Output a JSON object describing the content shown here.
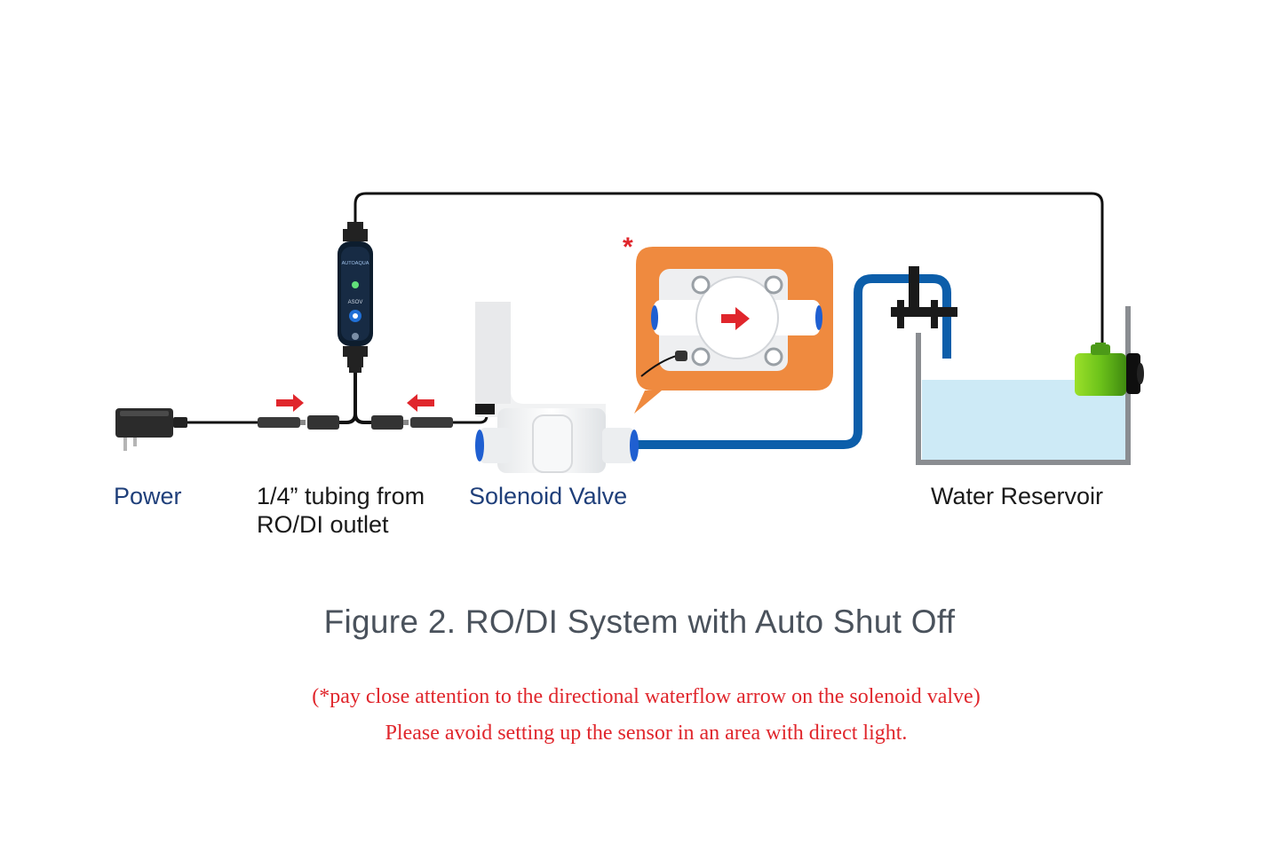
{
  "labels": {
    "power": "Power",
    "tubing_line1": "1/4”  tubing from",
    "tubing_line2": "RO/DI outlet",
    "solenoid": "Solenoid Valve",
    "reservoir": "Water Reservoir"
  },
  "controller": {
    "brand": "AUTOAQUA",
    "model": "ASOV"
  },
  "callout_marker": "*",
  "caption": "Figure 2. RO/DI System with Auto Shut Off",
  "notes": {
    "line1": "(*pay close attention to the directional waterflow arrow on the solenoid valve)",
    "line2": "Please avoid setting up the sensor in an area with direct light."
  },
  "colors": {
    "tubing_blue": "#0c5eaa",
    "callout_orange": "#ef8a3f",
    "arrow_red": "#e0262c",
    "water": "#cdeaf6",
    "label_navy": "#1f3f7a",
    "sensor_green": "#7ed321"
  },
  "icons": [
    "power-adapter-icon",
    "controller-icon",
    "solenoid-valve-icon",
    "float-sensor-icon",
    "direction-arrow-icon"
  ]
}
